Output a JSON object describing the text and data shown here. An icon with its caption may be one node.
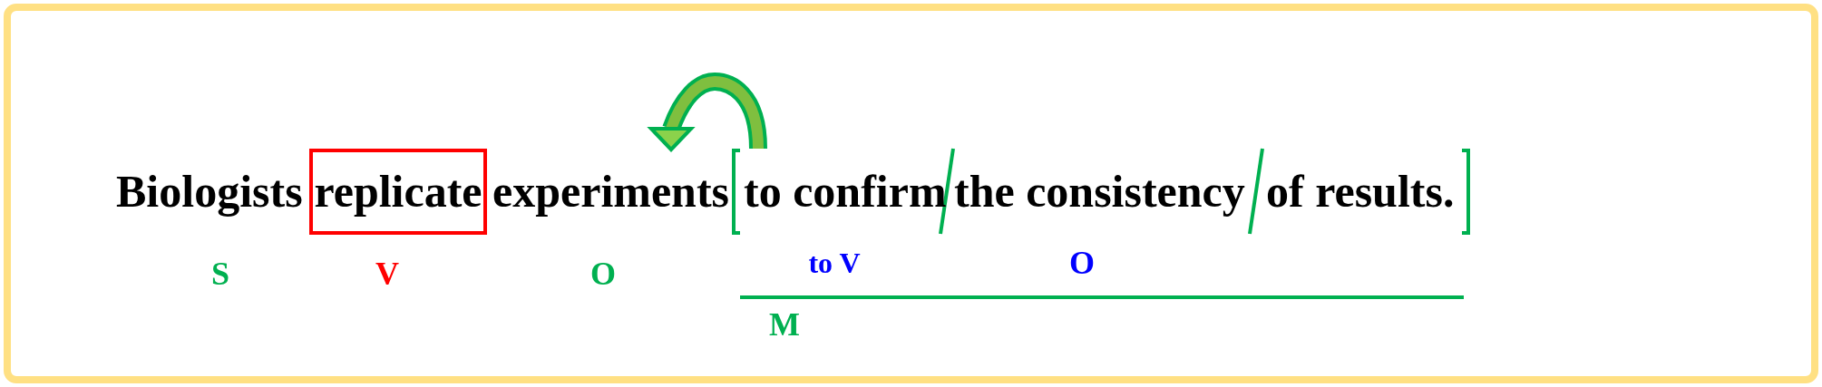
{
  "diagram": {
    "nodes": [
      {
        "text": [
          "replicate"
        ]
      },
      {
        "text": [
          "experiments"
        ]
      },
      {
        "text": [
          "to confirm",
          "the consistency",
          "of results."
        ]
      }
    ],
    "edges": [
      {
        "from": 2,
        "to": 1,
        "arrow": "to"
      }
    ],
    "labels": [
      "Biologists",
      "S",
      "V",
      "O",
      "to V",
      "O",
      "M"
    ]
  }
}
